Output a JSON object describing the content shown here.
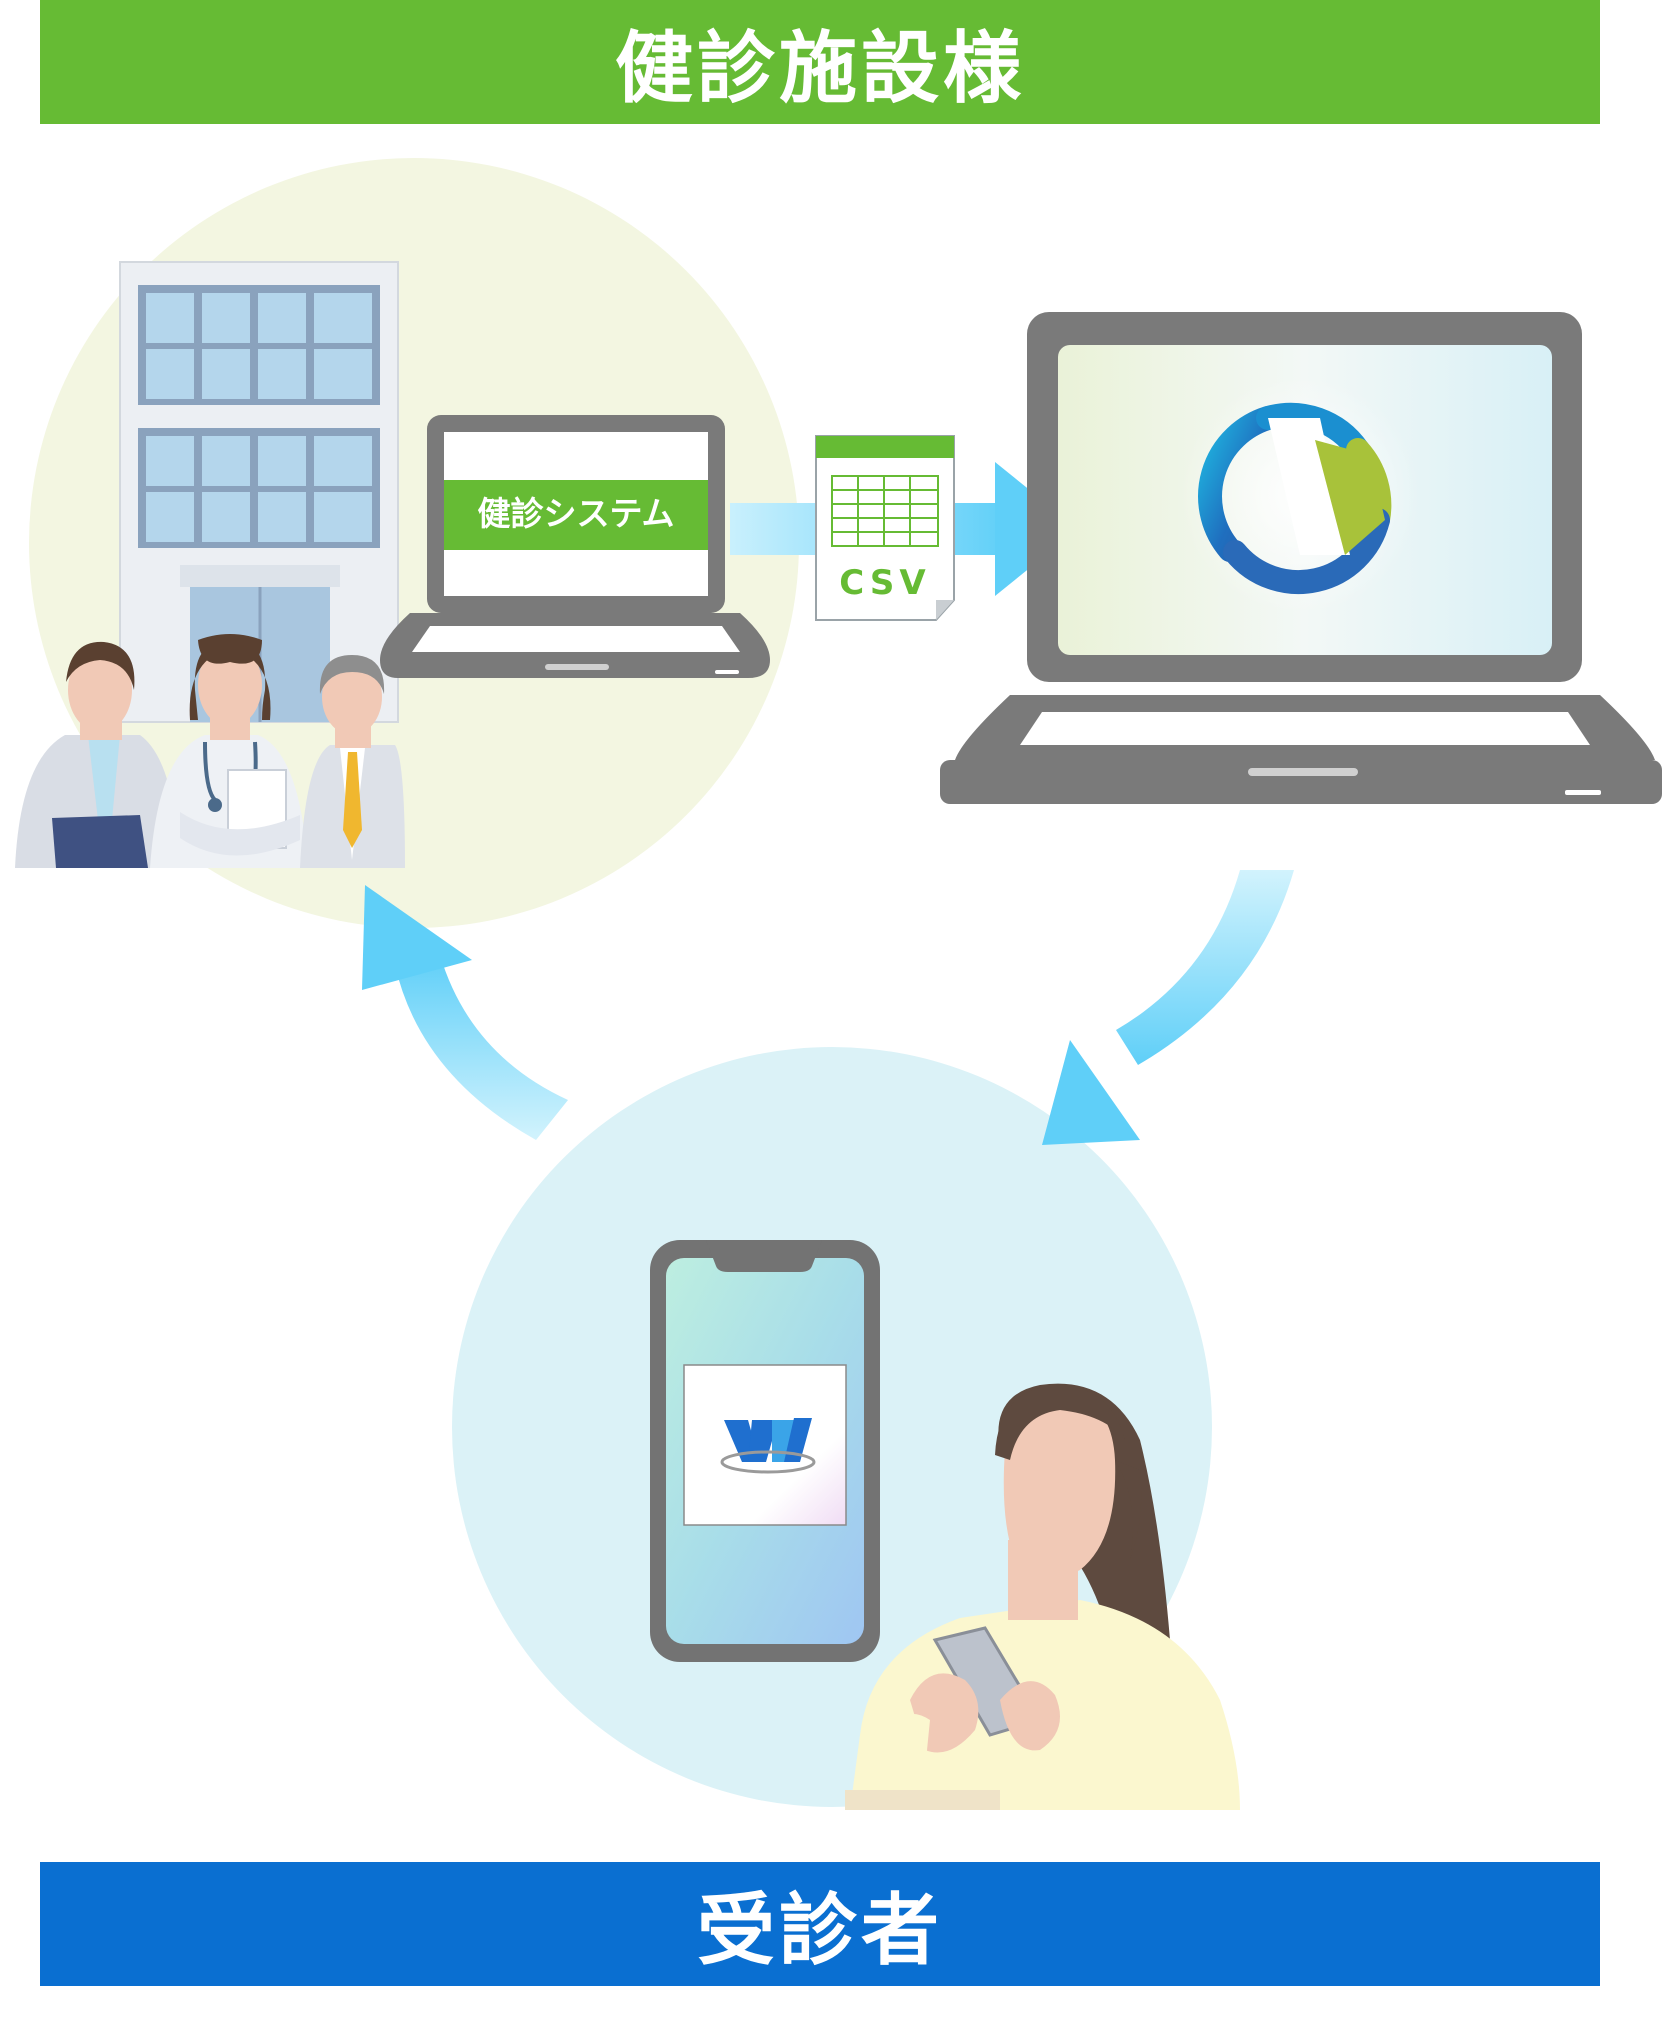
{
  "header": {
    "title": "健診施設様"
  },
  "footer": {
    "title": "受診者"
  },
  "facility_system": {
    "label": "健診システム"
  },
  "csv_file": {
    "label": "CSV"
  },
  "colors": {
    "facility_green": "#66bb34",
    "patient_blue": "#0a6fd1",
    "arrow_blue": "#66d2f8",
    "facility_circle": "#f3f6e1",
    "patient_circle": "#dbf2f7"
  },
  "icons": {
    "hospital": "hospital-building-icon",
    "staff": "medical-staff-icon",
    "laptop_small": "laptop-icon",
    "laptop_large": "laptop-icon",
    "csv": "csv-file-icon",
    "app_logo": "app-logo-icon",
    "phone": "smartphone-icon",
    "phone_app": "w-app-icon",
    "user": "woman-with-phone-icon"
  }
}
